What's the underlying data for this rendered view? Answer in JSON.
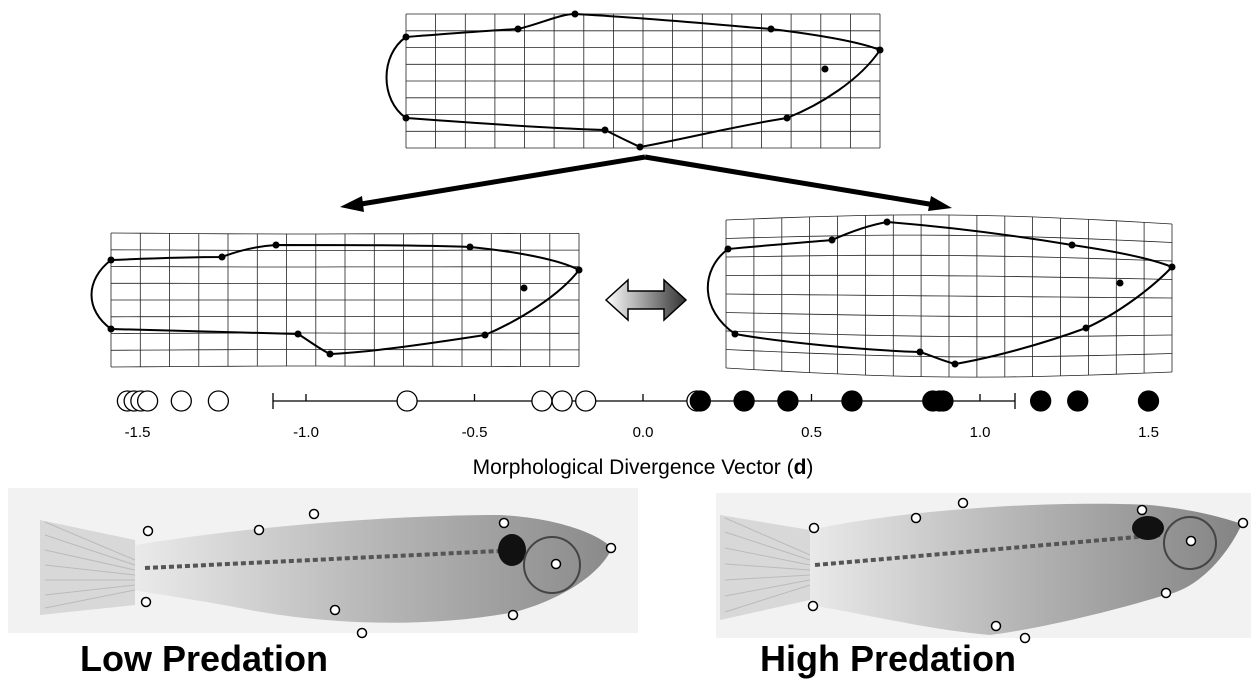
{
  "axis": {
    "tick_labels": [
      "-1.5",
      "-1.0",
      "-0.5",
      "0.0",
      "0.5",
      "1.0",
      "1.5"
    ],
    "label_main": "Morphological Divergence Vector (",
    "label_bold": "d",
    "label_end": ")"
  },
  "points": {
    "low_predation": [
      -1.53,
      -1.51,
      -1.49,
      -1.47,
      -1.37,
      -1.26,
      -0.7,
      -0.3,
      -0.24,
      -0.17,
      0.16
    ],
    "high_predation": [
      0.17,
      0.3,
      0.43,
      0.62,
      0.86,
      0.88,
      0.89,
      1.18,
      1.29,
      1.5
    ]
  },
  "captions": {
    "low": "Low Predation",
    "high": "High Predation"
  },
  "colors": {
    "low_fill": "#ffffff",
    "high_fill": "#000000"
  }
}
